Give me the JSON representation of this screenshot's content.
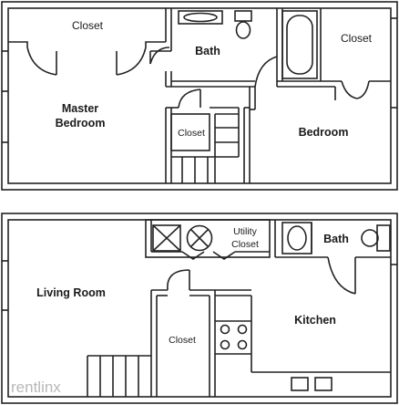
{
  "upper_floor": {
    "rooms": {
      "closet_top": "Closet",
      "bath": "Bath",
      "closet_right": "Closet",
      "master_line1": "Master",
      "master_line2": "Bedroom",
      "closet_stair": "Closet",
      "bedroom": "Bedroom"
    }
  },
  "lower_floor": {
    "rooms": {
      "utility_line1": "Utility",
      "utility_line2": "Closet",
      "bath": "Bath",
      "living_room": "Living Room",
      "kitchen": "Kitchen",
      "closet": "Closet"
    }
  },
  "watermark": "rentlinx"
}
